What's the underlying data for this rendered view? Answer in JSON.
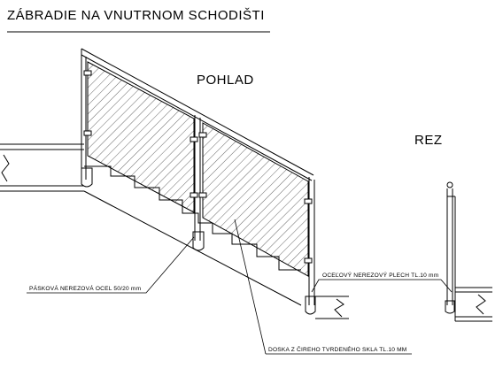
{
  "title": "ZÁBRADIE NA VNUTRNOM SCHODIŠTI",
  "views": {
    "elevation": "POHLAD",
    "section": "REZ"
  },
  "notes": {
    "flat_bar": "PÁSKOVÁ NEREZOVÁ OCEL 50/20 mm",
    "steel_plate": "OCEĽOVÝ NEREZOVÝ PLECH TL.10 mm",
    "glass_panel": "DOSKA Z ČIREHO TVRDENÉHO SKLA TL.10 MM"
  }
}
